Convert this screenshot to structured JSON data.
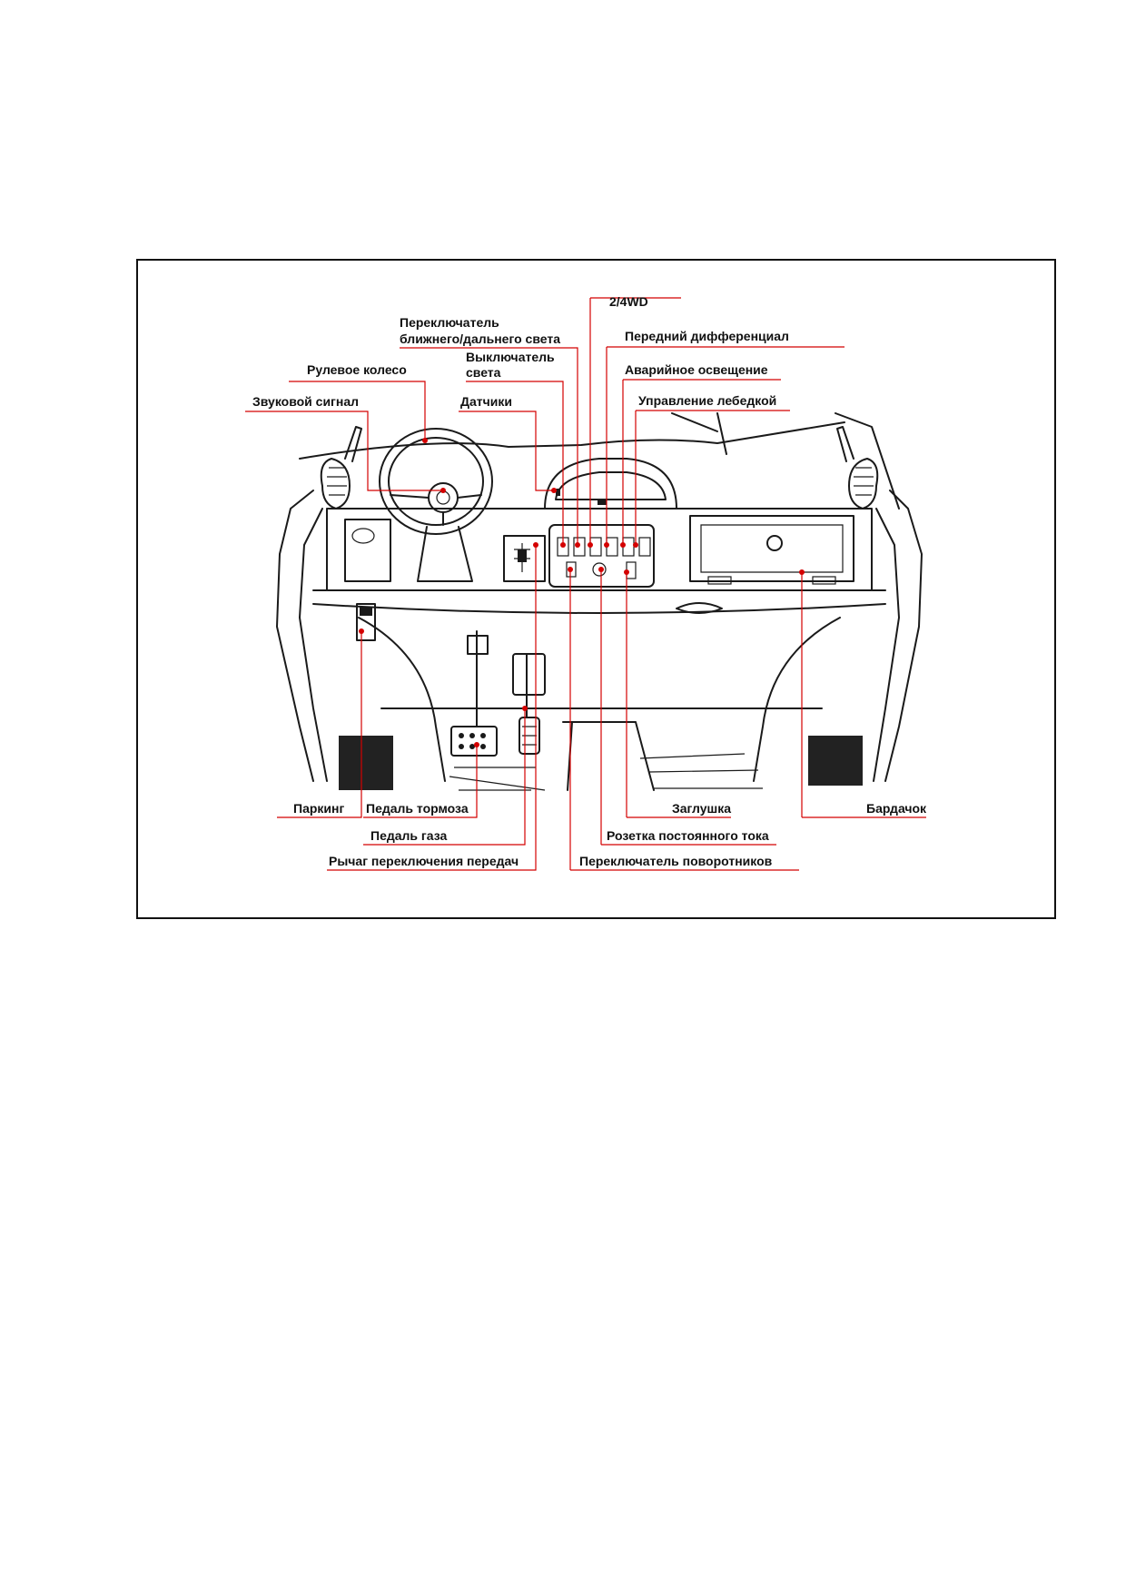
{
  "figure": {
    "colors": {
      "leader": "#d40000",
      "ink": "#1a1a1a"
    },
    "labels": {
      "wd": "2/4WD",
      "beam_line1": "Переключатель",
      "beam_line2": "ближнего/дальнего света",
      "front_diff": "Передний дифференциал",
      "light_line1": "Выключатель",
      "light_line2": "света",
      "steering": "Рулевое колесо",
      "hazard": "Аварийное освещение",
      "horn": "Звуковой сигнал",
      "gauges": "Датчики",
      "winch": "Управление лебедкой",
      "parking": "Паркинг",
      "brake": "Педаль тормоза",
      "plug": "Заглушка",
      "glovebox": "Бардачок",
      "throttle": "Педаль газа",
      "dc_socket": "Розетка постоянного тока",
      "shifter": "Рычаг переключения передач",
      "turn_signal": "Переключатель поворотников"
    }
  }
}
